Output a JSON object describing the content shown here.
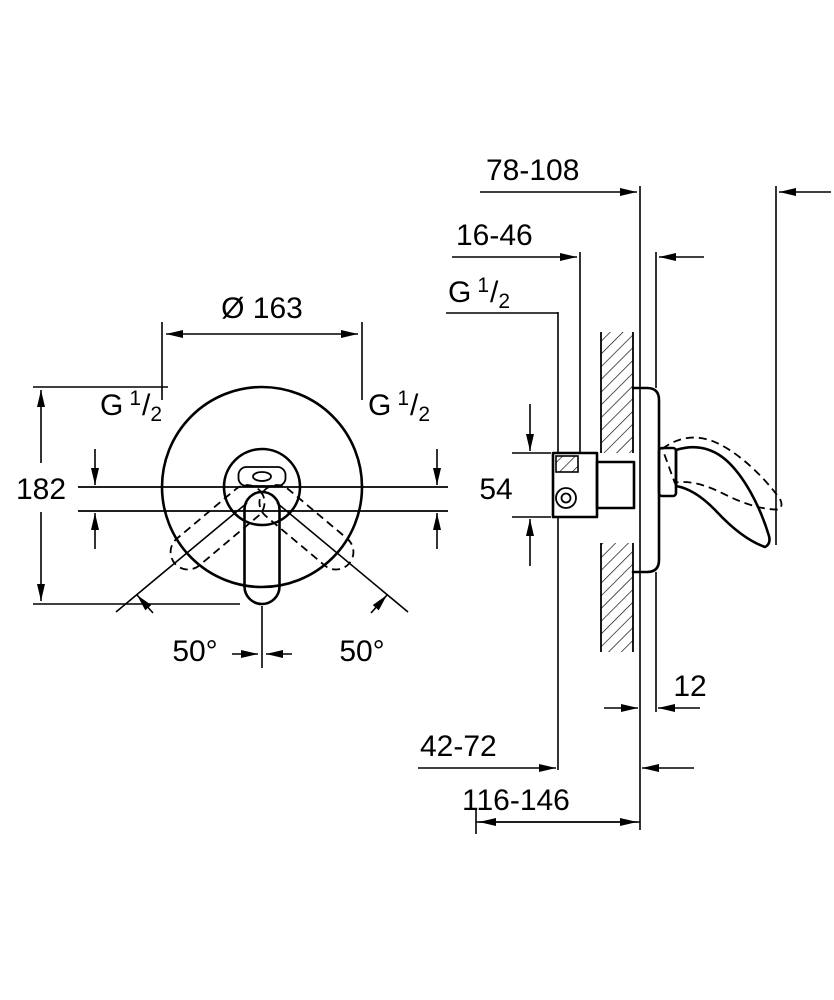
{
  "front_view": {
    "diameter": "Ø 163",
    "height": "182",
    "angle_left": "50°",
    "angle_right": "50°"
  },
  "side_view": {
    "wall_to_handle": "78-108",
    "valve_to_wall": "16-46",
    "valve_height": "54",
    "plate_offset": "12",
    "pipe_to_wall": "42-72",
    "total_depth": "116-146"
  },
  "thread_label": {
    "prefix": "G",
    "numerator": "1",
    "slash": "/",
    "denominator": "2"
  },
  "colors": {
    "line": "#000000",
    "background": "#ffffff"
  }
}
